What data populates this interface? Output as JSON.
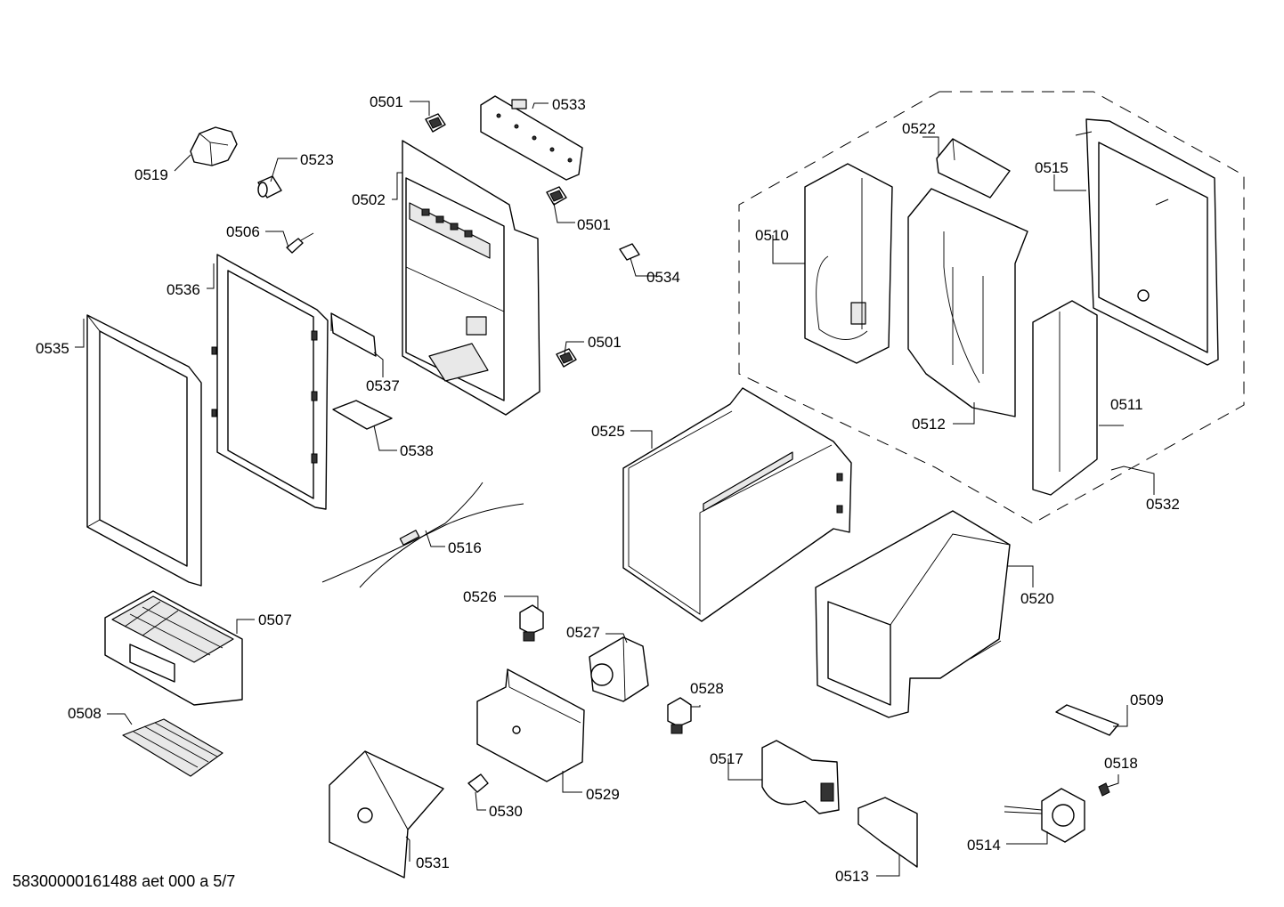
{
  "document_id": "58300000161488 aet 000 a 5/7",
  "parts": [
    {
      "id": "p0501a",
      "label": "0501"
    },
    {
      "id": "p0533",
      "label": "0533"
    },
    {
      "id": "p0519",
      "label": "0519"
    },
    {
      "id": "p0523",
      "label": "0523"
    },
    {
      "id": "p0502",
      "label": "0502"
    },
    {
      "id": "p0501b",
      "label": "0501"
    },
    {
      "id": "p0506",
      "label": "0506"
    },
    {
      "id": "p0534",
      "label": "0534"
    },
    {
      "id": "p0536",
      "label": "0536"
    },
    {
      "id": "p0535",
      "label": "0535"
    },
    {
      "id": "p0501c",
      "label": "0501"
    },
    {
      "id": "p0537",
      "label": "0537"
    },
    {
      "id": "p0538",
      "label": "0538"
    },
    {
      "id": "p0522",
      "label": "0522"
    },
    {
      "id": "p0515",
      "label": "0515"
    },
    {
      "id": "p0510",
      "label": "0510"
    },
    {
      "id": "p0512",
      "label": "0512"
    },
    {
      "id": "p0511",
      "label": "0511"
    },
    {
      "id": "p0532",
      "label": "0532"
    },
    {
      "id": "p0525",
      "label": "0525"
    },
    {
      "id": "p0516",
      "label": "0516"
    },
    {
      "id": "p0520",
      "label": "0520"
    },
    {
      "id": "p0526",
      "label": "0526"
    },
    {
      "id": "p0507",
      "label": "0507"
    },
    {
      "id": "p0527",
      "label": "0527"
    },
    {
      "id": "p0528",
      "label": "0528"
    },
    {
      "id": "p0508",
      "label": "0508"
    },
    {
      "id": "p0509",
      "label": "0509"
    },
    {
      "id": "p0517",
      "label": "0517"
    },
    {
      "id": "p0518",
      "label": "0518"
    },
    {
      "id": "p0529",
      "label": "0529"
    },
    {
      "id": "p0530",
      "label": "0530"
    },
    {
      "id": "p0514",
      "label": "0514"
    },
    {
      "id": "p0531",
      "label": "0531"
    },
    {
      "id": "p0513",
      "label": "0513"
    }
  ]
}
